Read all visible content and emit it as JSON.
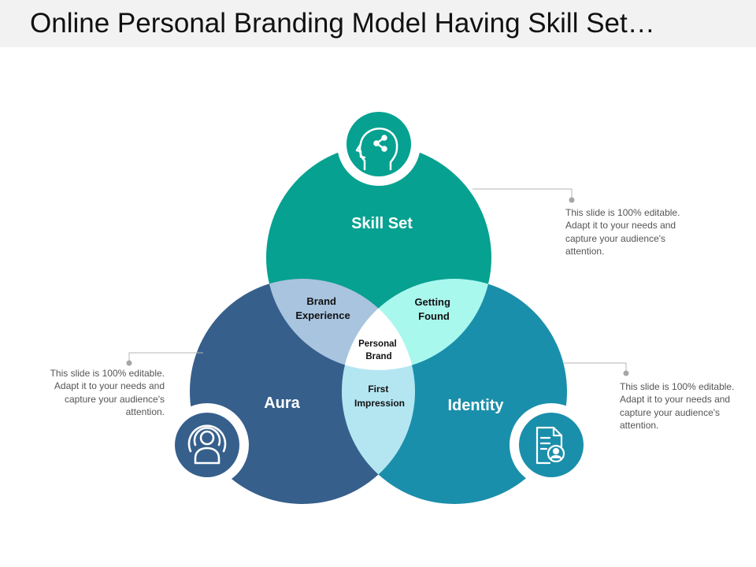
{
  "title": "Online Personal Branding Model Having Skill Set…",
  "circles": {
    "skill_set": "Skill Set",
    "aura": "Aura",
    "identity": "Identity"
  },
  "overlaps": {
    "brand_experience": [
      "Brand",
      "Experience"
    ],
    "getting_found": [
      "Getting",
      "Found"
    ],
    "first_impression": [
      "First",
      "Impression"
    ],
    "personal_brand": [
      "Personal",
      "Brand"
    ]
  },
  "notes": {
    "skill_set": "This slide is 100% editable. Adapt it to your needs and capture your audience's attention.",
    "aura": "This slide is 100% editable. Adapt it to your needs and capture your audience's attention.",
    "identity": "This slide is 100% editable. Adapt it to your needs and capture your audience's attention."
  },
  "icons": {
    "skill_set": "head-share-icon",
    "aura": "user-broadcast-icon",
    "identity": "document-user-icon"
  },
  "colors": {
    "skill_set": "#06a190",
    "aura": "#365f8b",
    "identity": "#1a8fab",
    "brand_experience": "#a9c4df",
    "getting_found": "#a9f8ee",
    "first_impression": "#b4e6f2",
    "personal_brand": "#ffffff"
  }
}
